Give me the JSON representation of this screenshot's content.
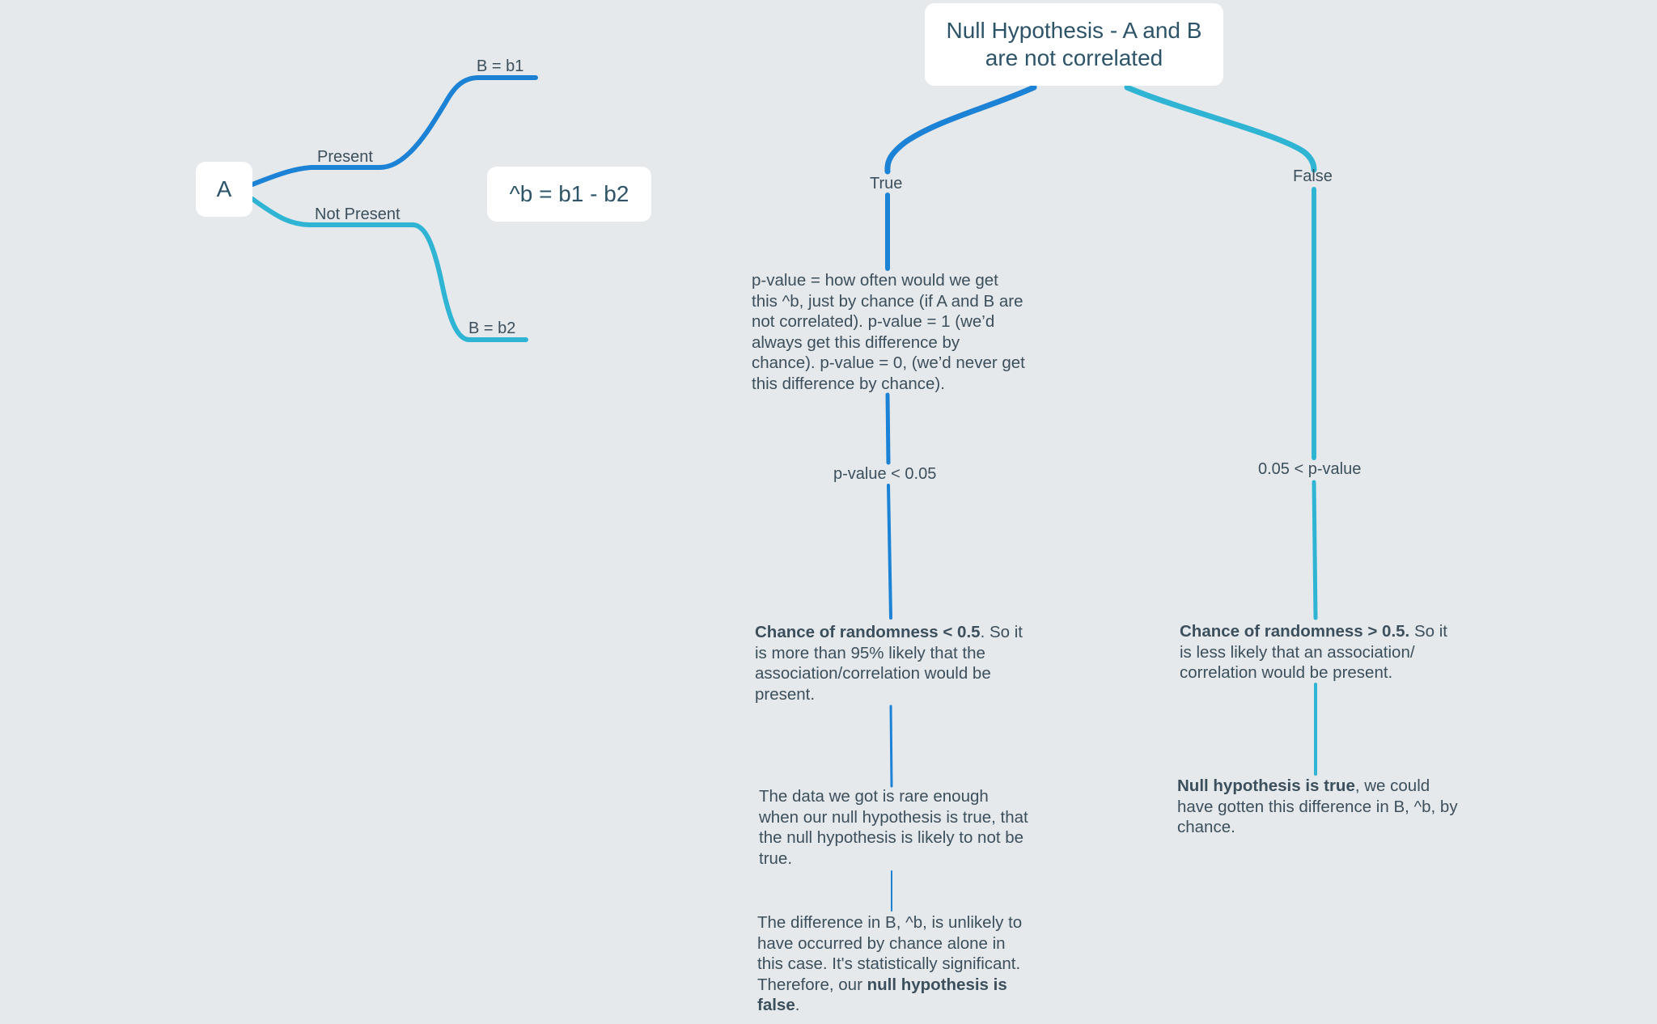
{
  "left_tree": {
    "root": "A",
    "edge_present": "Present",
    "edge_not_present": "Not Present",
    "leaf_b1": "B = b1",
    "leaf_b2": "B = b2",
    "formula": "^b = b1 - b2"
  },
  "right_tree": {
    "root_line1": "Null Hypothesis - A and B",
    "root_line2": "are not correlated",
    "branch_true": "True",
    "branch_false": "False",
    "pvalue_def": "p-value =  how often would we get this ^b, just by chance (if A and B are not correlated). p-value = 1 (we’d always get this difference by chance). p-value = 0, (we’d never get this difference by chance).",
    "cond_less": "p-value < 0.05",
    "cond_greater": "0.05 < p-value",
    "left_chance_bold": "Chance of randomness < 0.5",
    "left_chance_rest": ". So it is more than 95% likely that the association/correlation would be present.",
    "right_chance_bold": "Chance of randomness > 0.5.",
    "right_chance_rest": " So it is less likely that an association/ correlation would be present.",
    "rare_data": "The data we got is rare enough when our null hypothesis is true, that the null hypothesis is likely to not be true.",
    "difference_pre": "The difference in B, ^b, is unlikely to have occurred by chance alone in this case. It's statistically significant. Therefore, our ",
    "difference_bold": "null hypothesis is false",
    "difference_post": ".",
    "null_true_bold": "Null hypothesis is true",
    "null_true_rest": ", we could have gotten this difference in B, ^b, by chance."
  },
  "colors": {
    "background": "#e6e9ec",
    "branch_dark_blue": "#1b82d6",
    "branch_cyan": "#2fb5d3",
    "text": "#3b4f5c",
    "box_text": "#2d5468"
  }
}
